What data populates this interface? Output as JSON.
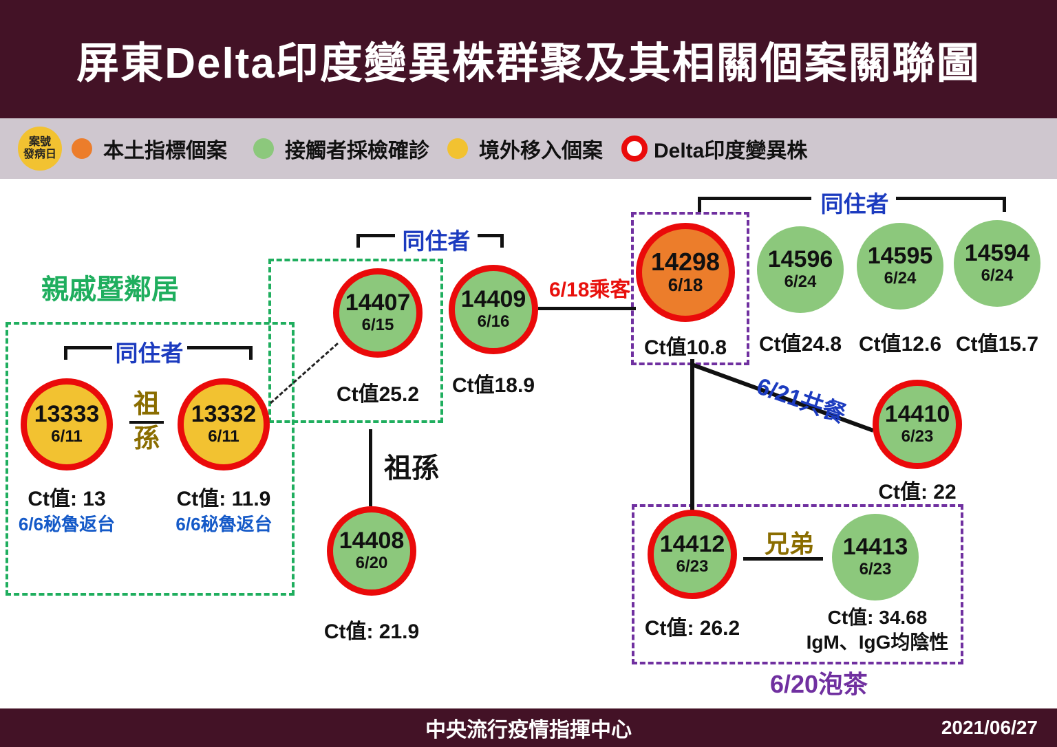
{
  "title": "屏東Delta印度變異株群聚及其相關個案關聯圖",
  "legend": {
    "badge_line1": "案號",
    "badge_line2": "發病日",
    "items": [
      {
        "label": "本土指標個案"
      },
      {
        "label": "接觸者採檢確診"
      },
      {
        "label": "境外移入個案"
      },
      {
        "label": "Delta印度變異株"
      }
    ]
  },
  "labels": {
    "relatives_group": "親戚暨鄰居",
    "cohabitants_left": "同住者",
    "cohabitants_middle": "同住者",
    "cohabitants_right": "同住者",
    "grandparent_top": "祖",
    "grandchild_bottom": "孫",
    "grandparent_grandchild": "祖孫",
    "passenger_618": "6/18乘客",
    "shared_meal_621": "6/21共餐",
    "brothers": "兄弟",
    "tea_620": "6/20泡茶"
  },
  "cases": {
    "c13333": {
      "id": "13333",
      "date": "6/11",
      "ct": "Ct值: 13",
      "note": "6/6秘魯返台"
    },
    "c13332": {
      "id": "13332",
      "date": "6/11",
      "ct": "Ct值: 11.9",
      "note": "6/6秘魯返台"
    },
    "c14407": {
      "id": "14407",
      "date": "6/15",
      "ct": "Ct值25.2"
    },
    "c14409": {
      "id": "14409",
      "date": "6/16",
      "ct": "Ct值18.9"
    },
    "c14408": {
      "id": "14408",
      "date": "6/20",
      "ct": "Ct值: 21.9"
    },
    "c14298": {
      "id": "14298",
      "date": "6/18",
      "ct": "Ct值10.8"
    },
    "c14596": {
      "id": "14596",
      "date": "6/24",
      "ct": "Ct值24.8"
    },
    "c14595": {
      "id": "14595",
      "date": "6/24",
      "ct": "Ct值12.6"
    },
    "c14594": {
      "id": "14594",
      "date": "6/24",
      "ct": "Ct值15.7"
    },
    "c14410": {
      "id": "14410",
      "date": "6/23",
      "ct": "Ct值: 22"
    },
    "c14412": {
      "id": "14412",
      "date": "6/23",
      "ct": "Ct值: 26.2"
    },
    "c14413": {
      "id": "14413",
      "date": "6/23",
      "ct": "Ct值: 34.68",
      "note2": "IgM、IgG均陰性"
    }
  },
  "footer": {
    "org": "中央流行疫情指揮中心",
    "date": "2021/06/27"
  },
  "colors": {
    "header_bg": "#431226",
    "legend_bg": "#cfc7cf",
    "local_index_case": "#ec7d2b",
    "contact_confirmed": "#8cc87c",
    "imported_case": "#f2c231",
    "delta_ring": "#ea0a0a",
    "cohabitant_label": "#1c3bbf",
    "relatives_label": "#1fae5e",
    "family_label": "#8a6d00",
    "tea_label": "#7030a0",
    "passenger_label": "#e8100c"
  }
}
